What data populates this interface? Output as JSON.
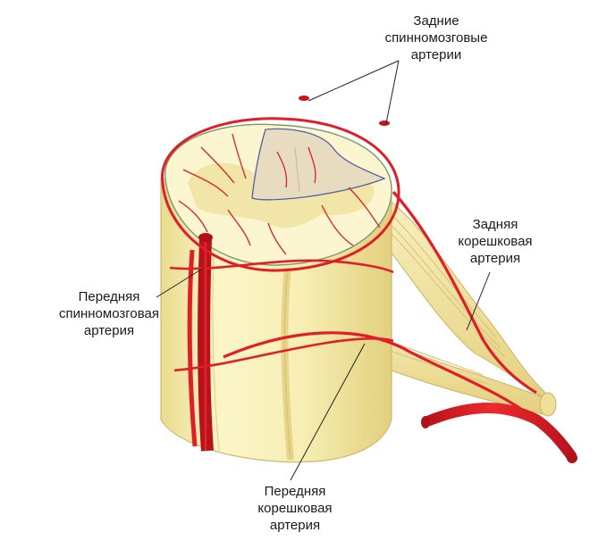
{
  "labels": {
    "posterior_spinal": [
      "Задние",
      "спинномозговые",
      "артерии"
    ],
    "posterior_radicular": [
      "Задняя",
      "корешковая",
      "артерия"
    ],
    "anterior_spinal": [
      "Передняя",
      "спинномозговая",
      "артерия"
    ],
    "anterior_radicular": [
      "Передняя",
      "корешковая",
      "артерия"
    ]
  },
  "colors": {
    "cord": "#f6eeb0",
    "cord_shadow": "#e2d283",
    "grey_matter": "#eadf9a",
    "dorsal_column": "#e8dcc0",
    "artery": "#e01e25",
    "artery_dark": "#b0101a",
    "nerve": "#f3e6a3",
    "leader_line": "#222222",
    "outline_blue": "#5560a8"
  }
}
